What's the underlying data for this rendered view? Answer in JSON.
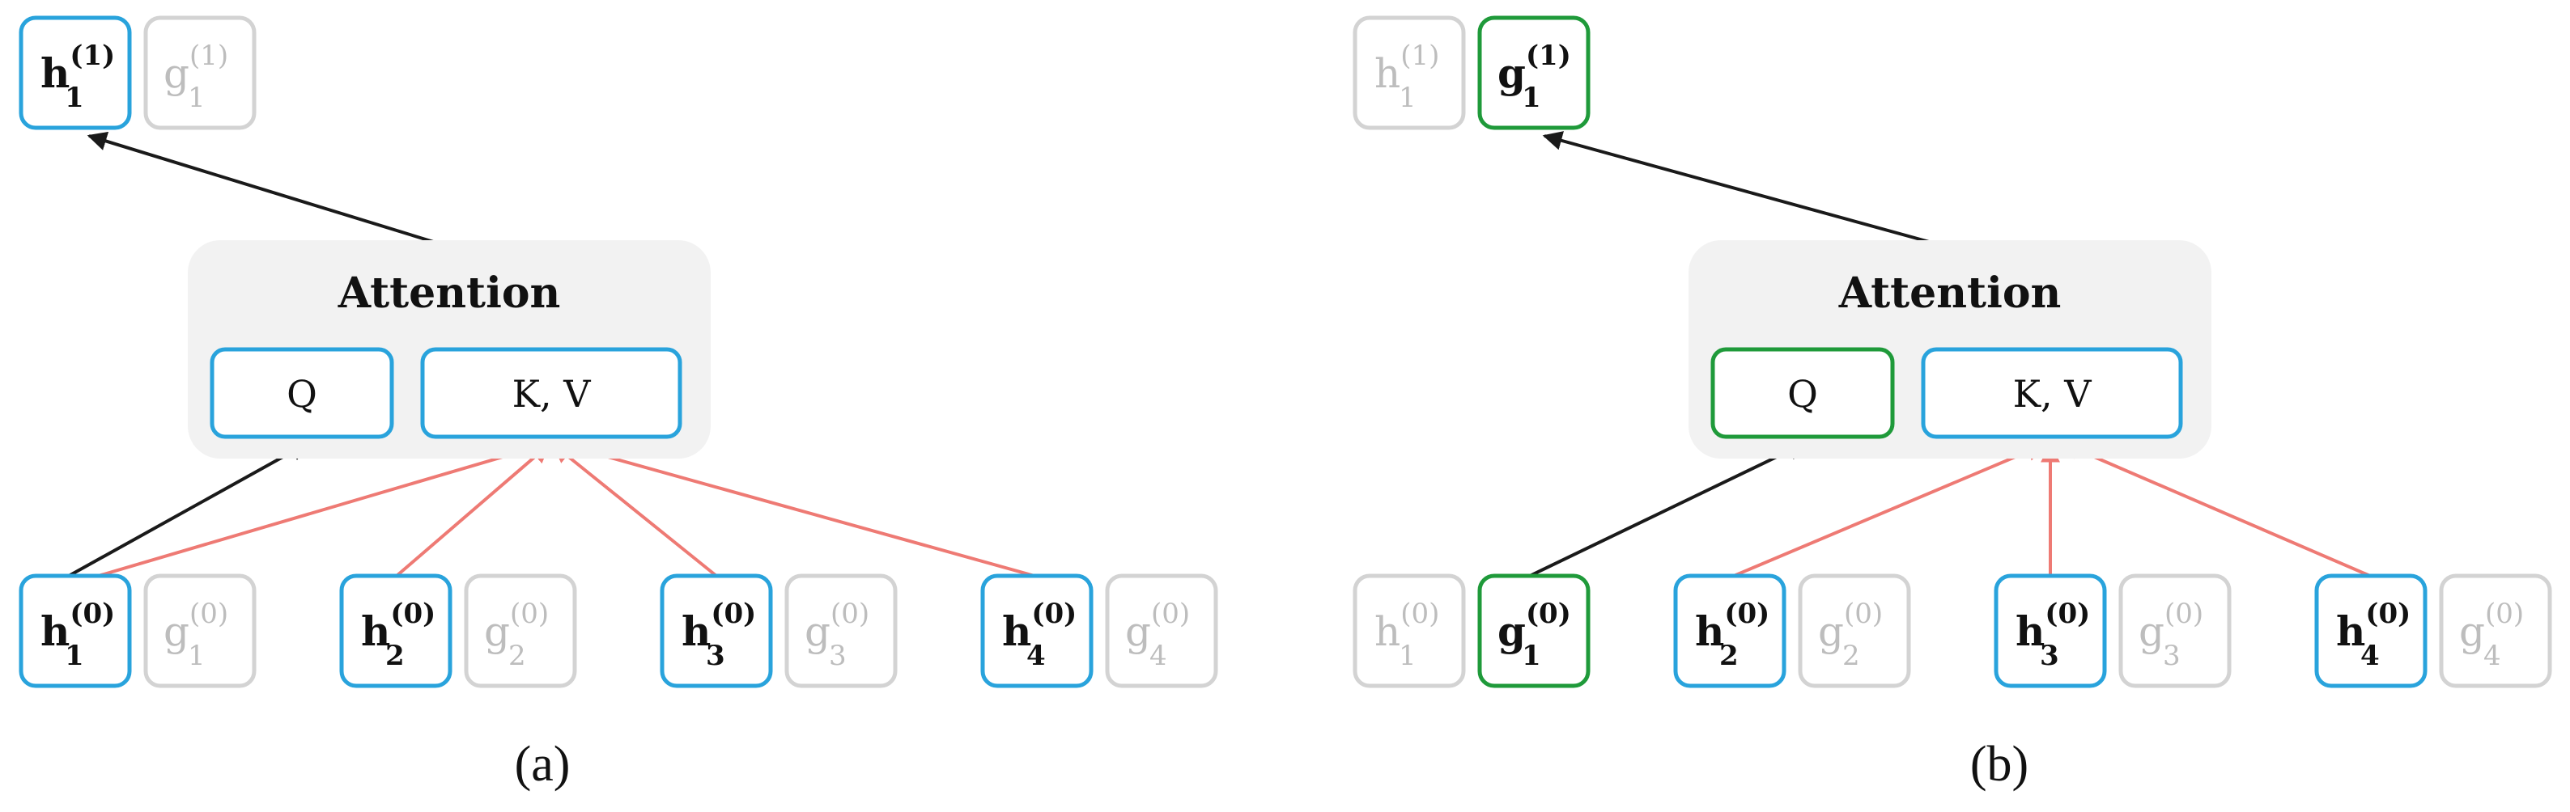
{
  "panels": [
    {
      "label": "(a)",
      "attention": {
        "title": "Attention",
        "q_label": "Q",
        "kv_label": "K, V",
        "q_role": "h"
      },
      "top_tokens": [
        {
          "base": "h",
          "sup": "(1)",
          "sub": "1",
          "state": "h"
        },
        {
          "base": "g",
          "sup": "(1)",
          "sub": "1",
          "state": "faded"
        }
      ],
      "bottom_tokens": [
        {
          "base": "h",
          "sup": "(0)",
          "sub": "1",
          "state": "h"
        },
        {
          "base": "g",
          "sup": "(0)",
          "sub": "1",
          "state": "faded"
        },
        {
          "base": "h",
          "sup": "(0)",
          "sub": "2",
          "state": "h"
        },
        {
          "base": "g",
          "sup": "(0)",
          "sub": "2",
          "state": "faded"
        },
        {
          "base": "h",
          "sup": "(0)",
          "sub": "3",
          "state": "h"
        },
        {
          "base": "g",
          "sup": "(0)",
          "sub": "3",
          "state": "faded"
        },
        {
          "base": "h",
          "sup": "(0)",
          "sub": "4",
          "state": "h"
        },
        {
          "base": "g",
          "sup": "(0)",
          "sub": "4",
          "state": "faded"
        }
      ]
    },
    {
      "label": "(b)",
      "attention": {
        "title": "Attention",
        "q_label": "Q",
        "kv_label": "K, V",
        "q_role": "g"
      },
      "top_tokens": [
        {
          "base": "h",
          "sup": "(1)",
          "sub": "1",
          "state": "faded"
        },
        {
          "base": "g",
          "sup": "(1)",
          "sub": "1",
          "state": "g"
        }
      ],
      "bottom_tokens": [
        {
          "base": "h",
          "sup": "(0)",
          "sub": "1",
          "state": "faded"
        },
        {
          "base": "g",
          "sup": "(0)",
          "sub": "1",
          "state": "g"
        },
        {
          "base": "h",
          "sup": "(0)",
          "sub": "2",
          "state": "h"
        },
        {
          "base": "g",
          "sup": "(0)",
          "sub": "2",
          "state": "faded"
        },
        {
          "base": "h",
          "sup": "(0)",
          "sub": "3",
          "state": "h"
        },
        {
          "base": "g",
          "sup": "(0)",
          "sub": "3",
          "state": "faded"
        },
        {
          "base": "h",
          "sup": "(0)",
          "sub": "4",
          "state": "h"
        },
        {
          "base": "g",
          "sup": "(0)",
          "sub": "4",
          "state": "faded"
        }
      ]
    }
  ]
}
